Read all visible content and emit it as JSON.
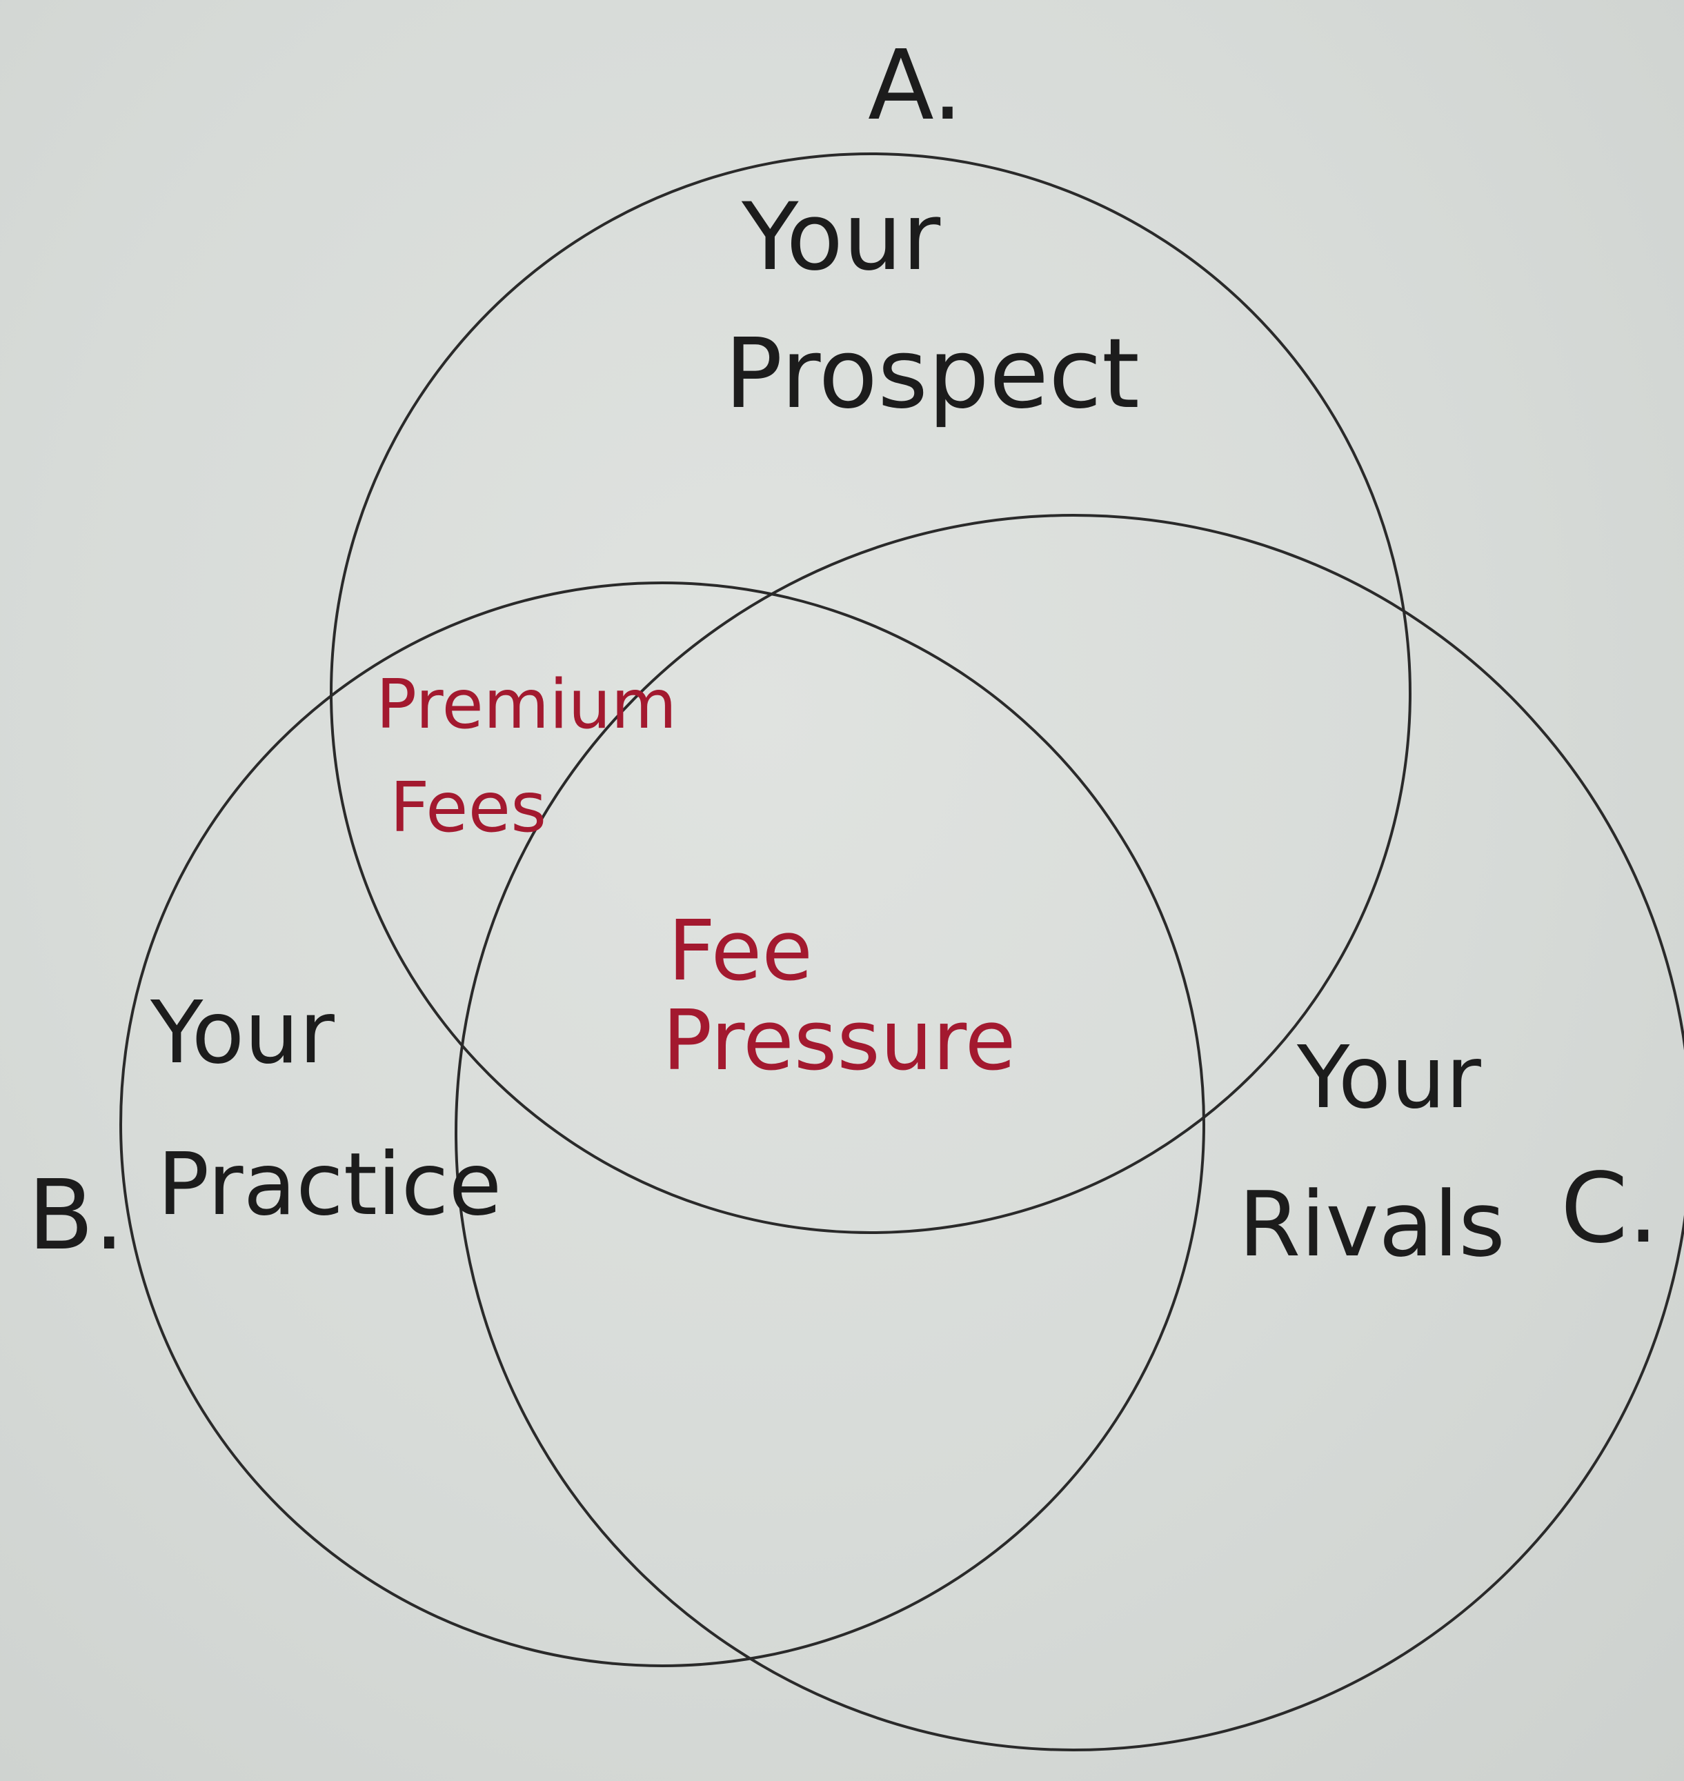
{
  "markers": {
    "a": "A.",
    "b": "B.",
    "c": "C."
  },
  "circles": {
    "prospect": {
      "line1": "Your",
      "line2": "Prospect"
    },
    "practice": {
      "line1": "Your",
      "line2": "Practice"
    },
    "rivals": {
      "line1": "Your",
      "line2": "Rivals"
    }
  },
  "overlaps": {
    "prospect_practice": {
      "line1": "Premium",
      "line2": "Fees"
    },
    "center": {
      "line1": "Fee",
      "line2": "Pressure"
    }
  },
  "colors": {
    "ink": "#1c1c1c",
    "red_ink": "#a3192f",
    "paper": "#d9dcd9"
  }
}
